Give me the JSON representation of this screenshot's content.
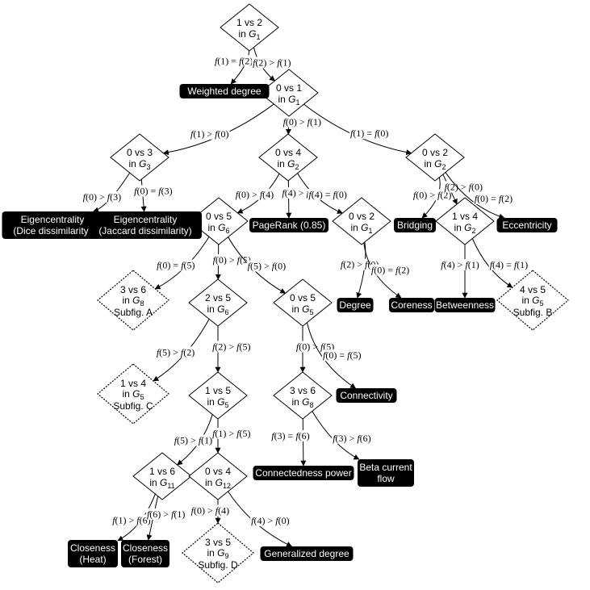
{
  "decisions": [
    {
      "id": "d1",
      "l1": "1 vs 2",
      "l2_pre": "in ",
      "l2_g": "G",
      "l2_sub": "1"
    },
    {
      "id": "d2",
      "l1": "0 vs 1",
      "l2_pre": "in ",
      "l2_g": "G",
      "l2_sub": "1"
    },
    {
      "id": "d3",
      "l1": "0 vs 3",
      "l2_pre": "in ",
      "l2_g": "G",
      "l2_sub": "3"
    },
    {
      "id": "d4",
      "l1": "0 vs 4",
      "l2_pre": "in ",
      "l2_g": "G",
      "l2_sub": "2"
    },
    {
      "id": "d5",
      "l1": "0 vs 2",
      "l2_pre": "in ",
      "l2_g": "G",
      "l2_sub": "2"
    },
    {
      "id": "d6",
      "l1": "0 vs 5",
      "l2_pre": "in ",
      "l2_g": "G",
      "l2_sub": "6"
    },
    {
      "id": "d7",
      "l1": "0 vs 2",
      "l2_pre": "in ",
      "l2_g": "G",
      "l2_sub": "1"
    },
    {
      "id": "d8",
      "l1": "1 vs 4",
      "l2_pre": "in ",
      "l2_g": "G",
      "l2_sub": "2"
    },
    {
      "id": "d9",
      "l1": "2 vs 5",
      "l2_pre": "in ",
      "l2_g": "G",
      "l2_sub": "6"
    },
    {
      "id": "d10",
      "l1": "0 vs 5",
      "l2_pre": "in ",
      "l2_g": "G",
      "l2_sub": "5"
    },
    {
      "id": "d11",
      "l1": "1 vs 5",
      "l2_pre": "in ",
      "l2_g": "G",
      "l2_sub": "5"
    },
    {
      "id": "d12",
      "l1": "3 vs 6",
      "l2_pre": "in ",
      "l2_g": "G",
      "l2_sub": "8"
    },
    {
      "id": "d13",
      "l1": "1 vs 6",
      "l2_pre": "in ",
      "l2_g": "G",
      "l2_sub": "11"
    },
    {
      "id": "d14",
      "l1": "0 vs 4",
      "l2_pre": "in ",
      "l2_g": "G",
      "l2_sub": "12"
    }
  ],
  "subfigs": [
    {
      "id": "s1",
      "l1": "3 vs 6",
      "l2_pre": "in ",
      "l2_g": "G",
      "l2_sub": "8",
      "l3": "Subfig. A"
    },
    {
      "id": "s2",
      "l1": "4 vs 5",
      "l2_pre": "in ",
      "l2_g": "G",
      "l2_sub": "5",
      "l3": "Subfig. B"
    },
    {
      "id": "s3",
      "l1": "1 vs 4",
      "l2_pre": "in ",
      "l2_g": "G",
      "l2_sub": "5",
      "l3": "Subfig. C"
    },
    {
      "id": "s4",
      "l1": "3 vs 5",
      "l2_pre": "in ",
      "l2_g": "G",
      "l2_sub": "9",
      "l3": "Subfig. D"
    }
  ],
  "leaves": [
    {
      "id": "weighted",
      "lines": [
        "Weighted degree"
      ]
    },
    {
      "id": "eig-dice",
      "lines": [
        "Eigencentrality",
        "(Dice dissimilarity)"
      ]
    },
    {
      "id": "eig-jac",
      "lines": [
        "Eigencentrality",
        "(Jaccard dissimilarity)"
      ]
    },
    {
      "id": "pagerank",
      "lines": [
        "PageRank (0.85)"
      ]
    },
    {
      "id": "bridging",
      "lines": [
        "Bridging"
      ]
    },
    {
      "id": "eccentricity",
      "lines": [
        "Eccentricity"
      ]
    },
    {
      "id": "degree",
      "lines": [
        "Degree"
      ]
    },
    {
      "id": "coreness",
      "lines": [
        "Coreness"
      ]
    },
    {
      "id": "betweenness",
      "lines": [
        "Betweenness"
      ]
    },
    {
      "id": "connectivity",
      "lines": [
        "Connectivity"
      ]
    },
    {
      "id": "conn-power",
      "lines": [
        "Connectedness power"
      ]
    },
    {
      "id": "beta-flow",
      "lines": [
        "Beta current",
        "flow"
      ]
    },
    {
      "id": "clo-heat",
      "lines": [
        "Closeness",
        "(Heat)"
      ]
    },
    {
      "id": "clo-forest",
      "lines": [
        "Closeness",
        "(Forest)"
      ]
    },
    {
      "id": "gen-degree",
      "lines": [
        "Generalized degree"
      ]
    }
  ],
  "edges": [
    {
      "from": "d1",
      "to": "weighted",
      "label": "f(1) = f(2)"
    },
    {
      "from": "d1",
      "to": "d2",
      "label": "f(2) > f(1)"
    },
    {
      "from": "d2",
      "to": "d3",
      "label": "f(1) > f(0)"
    },
    {
      "from": "d2",
      "to": "d4",
      "label": "f(0) > f(1)"
    },
    {
      "from": "d2",
      "to": "d5",
      "label": "f(1) = f(0)"
    },
    {
      "from": "d3",
      "to": "eig-dice",
      "label": "f(0) > f(3)"
    },
    {
      "from": "d3",
      "to": "eig-jac",
      "label": "f(0) = f(3)"
    },
    {
      "from": "d4",
      "to": "d6",
      "label": "f(0) > f(4)"
    },
    {
      "from": "d4",
      "to": "pagerank",
      "label": "f(4) > f(0)"
    },
    {
      "from": "d4",
      "to": "d7",
      "label": "f(4) = f(0)"
    },
    {
      "from": "d5",
      "to": "bridging",
      "label": "f(0) > f(2)"
    },
    {
      "from": "d5",
      "to": "d8",
      "label": "f(2) > f(0)"
    },
    {
      "from": "d5",
      "to": "eccentricity",
      "label": "f(0) = f(2)"
    },
    {
      "from": "d6",
      "to": "s1",
      "label": "f(0) = f(5)"
    },
    {
      "from": "d6",
      "to": "d9",
      "label": "f(0) > f(5)"
    },
    {
      "from": "d6",
      "to": "d10",
      "label": "f(5) > f(0)"
    },
    {
      "from": "d7",
      "to": "degree",
      "label": "f(2) > f(0)"
    },
    {
      "from": "d7",
      "to": "coreness",
      "label": "f(0) = f(2)"
    },
    {
      "from": "d8",
      "to": "betweenness",
      "label": "f(4) > f(1)"
    },
    {
      "from": "d8",
      "to": "s2",
      "label": "f(4) = f(1)"
    },
    {
      "from": "d9",
      "to": "s3",
      "label": "f(5) > f(2)"
    },
    {
      "from": "d9",
      "to": "d11",
      "label": "f(2) > f(5)"
    },
    {
      "from": "d10",
      "to": "d12",
      "label": "f(0) > f(5)"
    },
    {
      "from": "d10",
      "to": "connectivity",
      "label": "f(0) = f(5)"
    },
    {
      "from": "d11",
      "to": "d13",
      "label": "f(5) > f(1)"
    },
    {
      "from": "d11",
      "to": "d14",
      "label": "f(1) > f(5)"
    },
    {
      "from": "d12",
      "to": "conn-power",
      "label": "f(3) = f(6)"
    },
    {
      "from": "d12",
      "to": "beta-flow",
      "label": "f(3) > f(6)"
    },
    {
      "from": "d13",
      "to": "clo-heat",
      "label": "f(1) > f(6)"
    },
    {
      "from": "d13",
      "to": "clo-forest",
      "label": "f(6) > f(1)"
    },
    {
      "from": "d14",
      "to": "s4",
      "label": "f(0) > f(4)"
    },
    {
      "from": "d14",
      "to": "gen-degree",
      "label": "f(4) > f(0)"
    }
  ]
}
